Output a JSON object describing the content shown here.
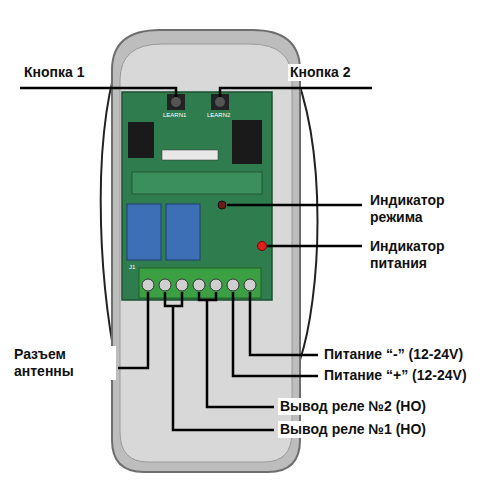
{
  "diagram": {
    "labels": [
      "Кнопка 1",
      "Кнопка 2",
      "Индикатор режима",
      "Индикатор питания",
      "Разъем антенны",
      "Питание “-” (12-24V)",
      "Питание “+” (12-24V)",
      "Вывод реле №2 (НО)",
      "Вывод реле №1 (НО)",
      "LEARN1",
      "LEARN2",
      "J1"
    ]
  }
}
